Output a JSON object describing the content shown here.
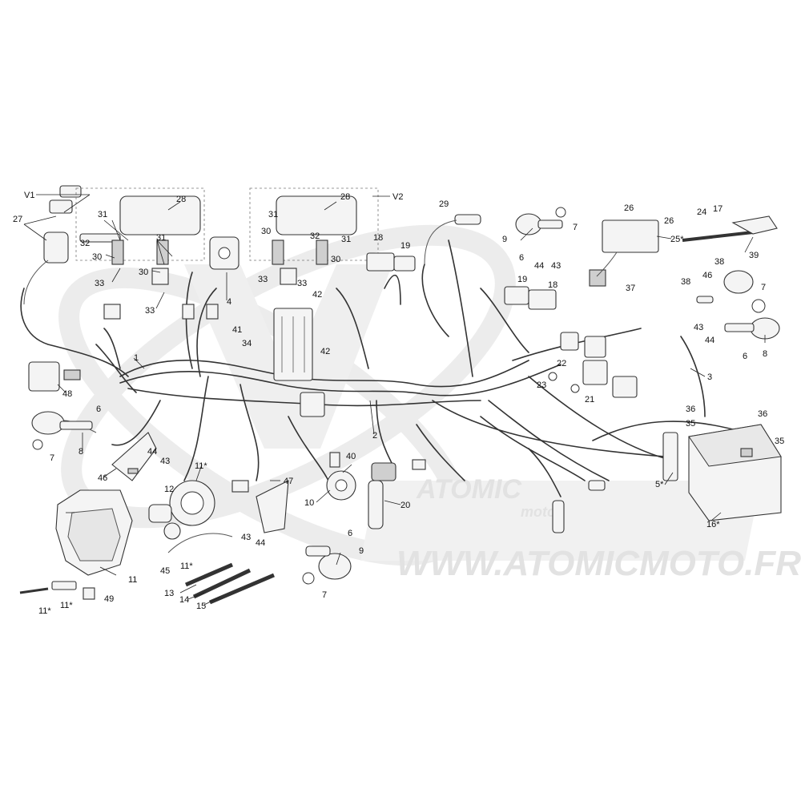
{
  "watermark": {
    "brand": "ATOMIC",
    "brand_sub": "moto",
    "url": "WWW.ATOMICMOTO.FR"
  },
  "callouts": {
    "v1": "V1",
    "v2": "V2",
    "c1": "1",
    "c2": "2",
    "c3": "3",
    "c4": "4",
    "c5s": "5*",
    "c6a": "6",
    "c6b": "6",
    "c6c": "6",
    "c6d": "6",
    "c7a": "7",
    "c7b": "7",
    "c7c": "7",
    "c7d": "7",
    "c8a": "8",
    "c8b": "8",
    "c9a": "9",
    "c9b": "9",
    "c10": "10",
    "c11": "11",
    "c11sa": "11*",
    "c11sb": "11*",
    "c11sc": "11*",
    "c11sd": "11*",
    "c12": "12",
    "c13": "13",
    "c14": "14",
    "c15": "15",
    "c16s": "16*",
    "c17": "17",
    "c18a": "18",
    "c18b": "18",
    "c19a": "19",
    "c19b": "19",
    "c20": "20",
    "c21": "21",
    "c22": "22",
    "c23": "23",
    "c24": "24",
    "c25s": "25*",
    "c26a": "26",
    "c26b": "26",
    "c27": "27",
    "c28a": "28",
    "c28b": "28",
    "c29": "29",
    "c30a": "30",
    "c30b": "30",
    "c30c": "30",
    "c30d": "30",
    "c31a": "31",
    "c31b": "31",
    "c31c": "31",
    "c31d": "31",
    "c32a": "32",
    "c32b": "32",
    "c33a": "33",
    "c33b": "33",
    "c33c": "33",
    "c33d": "33",
    "c34": "34",
    "c35a": "35",
    "c35b": "35",
    "c36a": "36",
    "c36b": "36",
    "c37": "37",
    "c38a": "38",
    "c38b": "38",
    "c39": "39",
    "c40": "40",
    "c41": "41",
    "c42a": "42",
    "c42b": "42",
    "c43a": "43",
    "c43b": "43",
    "c43c": "43",
    "c43d": "43",
    "c44a": "44",
    "c44b": "44",
    "c44c": "44",
    "c44d": "44",
    "c45": "45",
    "c46a": "46",
    "c46b": "46",
    "c47": "47",
    "c48": "48",
    "c49": "49"
  }
}
